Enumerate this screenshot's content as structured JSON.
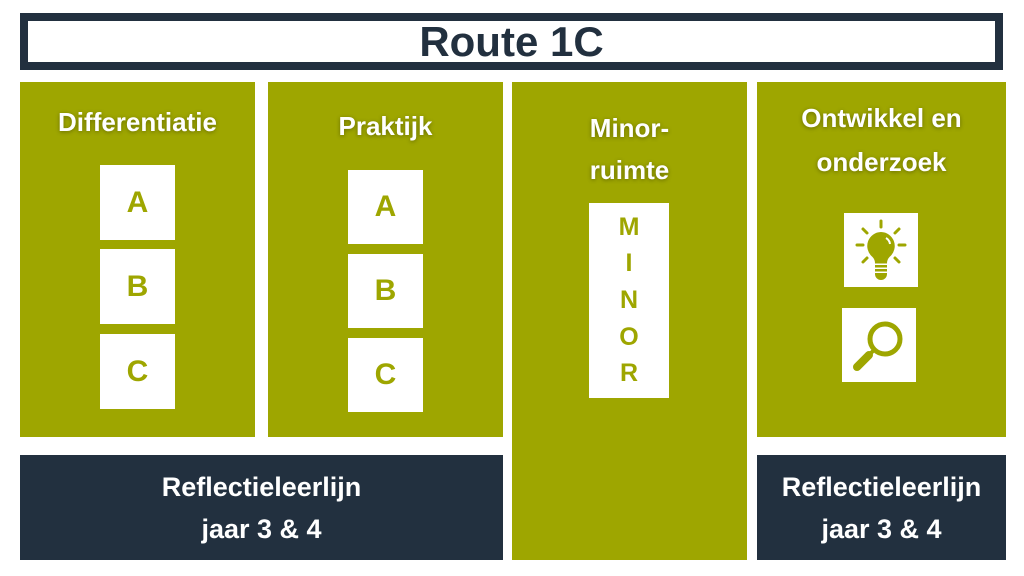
{
  "title": "Route 1C",
  "columns": [
    {
      "heading": "Differentiatie",
      "items": [
        "A",
        "B",
        "C"
      ]
    },
    {
      "heading": "Praktijk",
      "items": [
        "A",
        "B",
        "C"
      ]
    },
    {
      "heading_lines": [
        "Minor-",
        "ruimte"
      ],
      "letters": [
        "M",
        "I",
        "N",
        "O",
        "R"
      ]
    },
    {
      "heading_lines": [
        "Ontwikkel en",
        "onderzoek"
      ],
      "icons": [
        "lightbulb-icon",
        "magnifier-icon"
      ]
    }
  ],
  "bars": [
    {
      "line1": "Reflectieleerlijn",
      "line2": "jaar 3 & 4"
    },
    {
      "line1": "Reflectieleerlijn",
      "line2": "jaar 3 & 4"
    }
  ],
  "colors": {
    "accent": "#9ea600",
    "dark": "#22303f"
  }
}
